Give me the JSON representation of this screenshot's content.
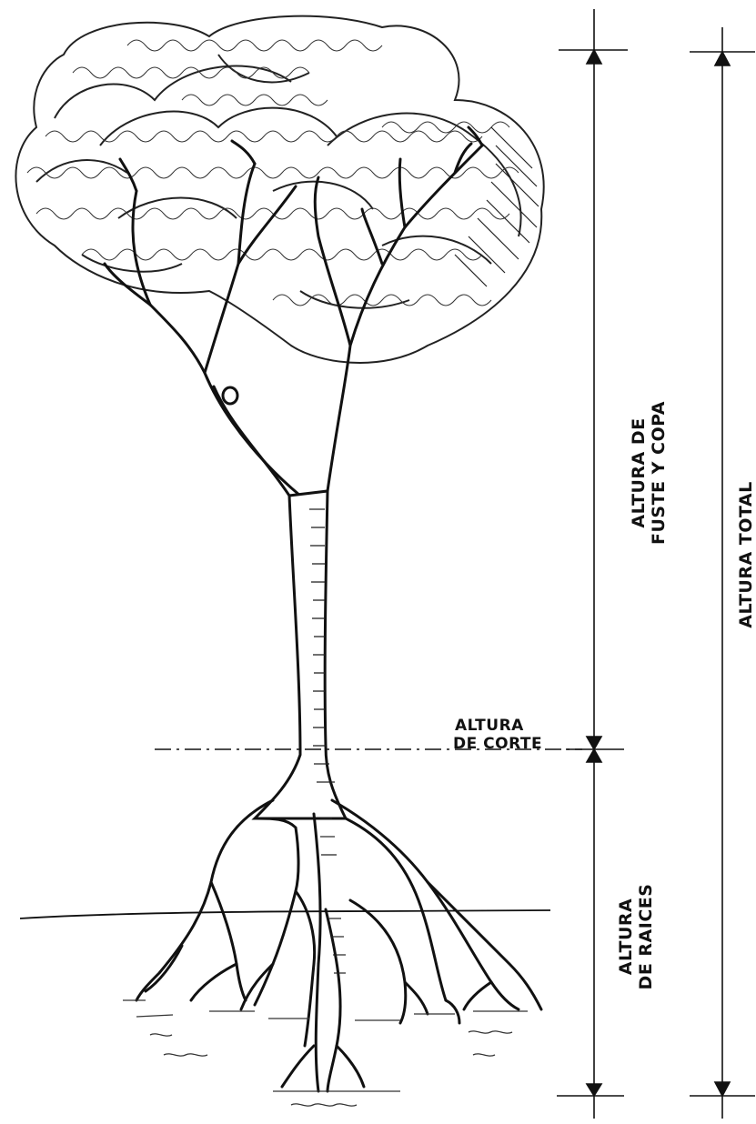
{
  "labels": {
    "cut_height_line1": "ALTURA",
    "cut_height_line2": "DE CORTE",
    "trunk_crown_line1": "ALTURA DE",
    "trunk_crown_line2": "FUSTE Y COPA",
    "total_height": "ALTURA TOTAL",
    "roots_line1": "ALTURA",
    "roots_line2": "DE RAICES"
  },
  "colors": {
    "ink": "#111111",
    "background": "#ffffff"
  }
}
